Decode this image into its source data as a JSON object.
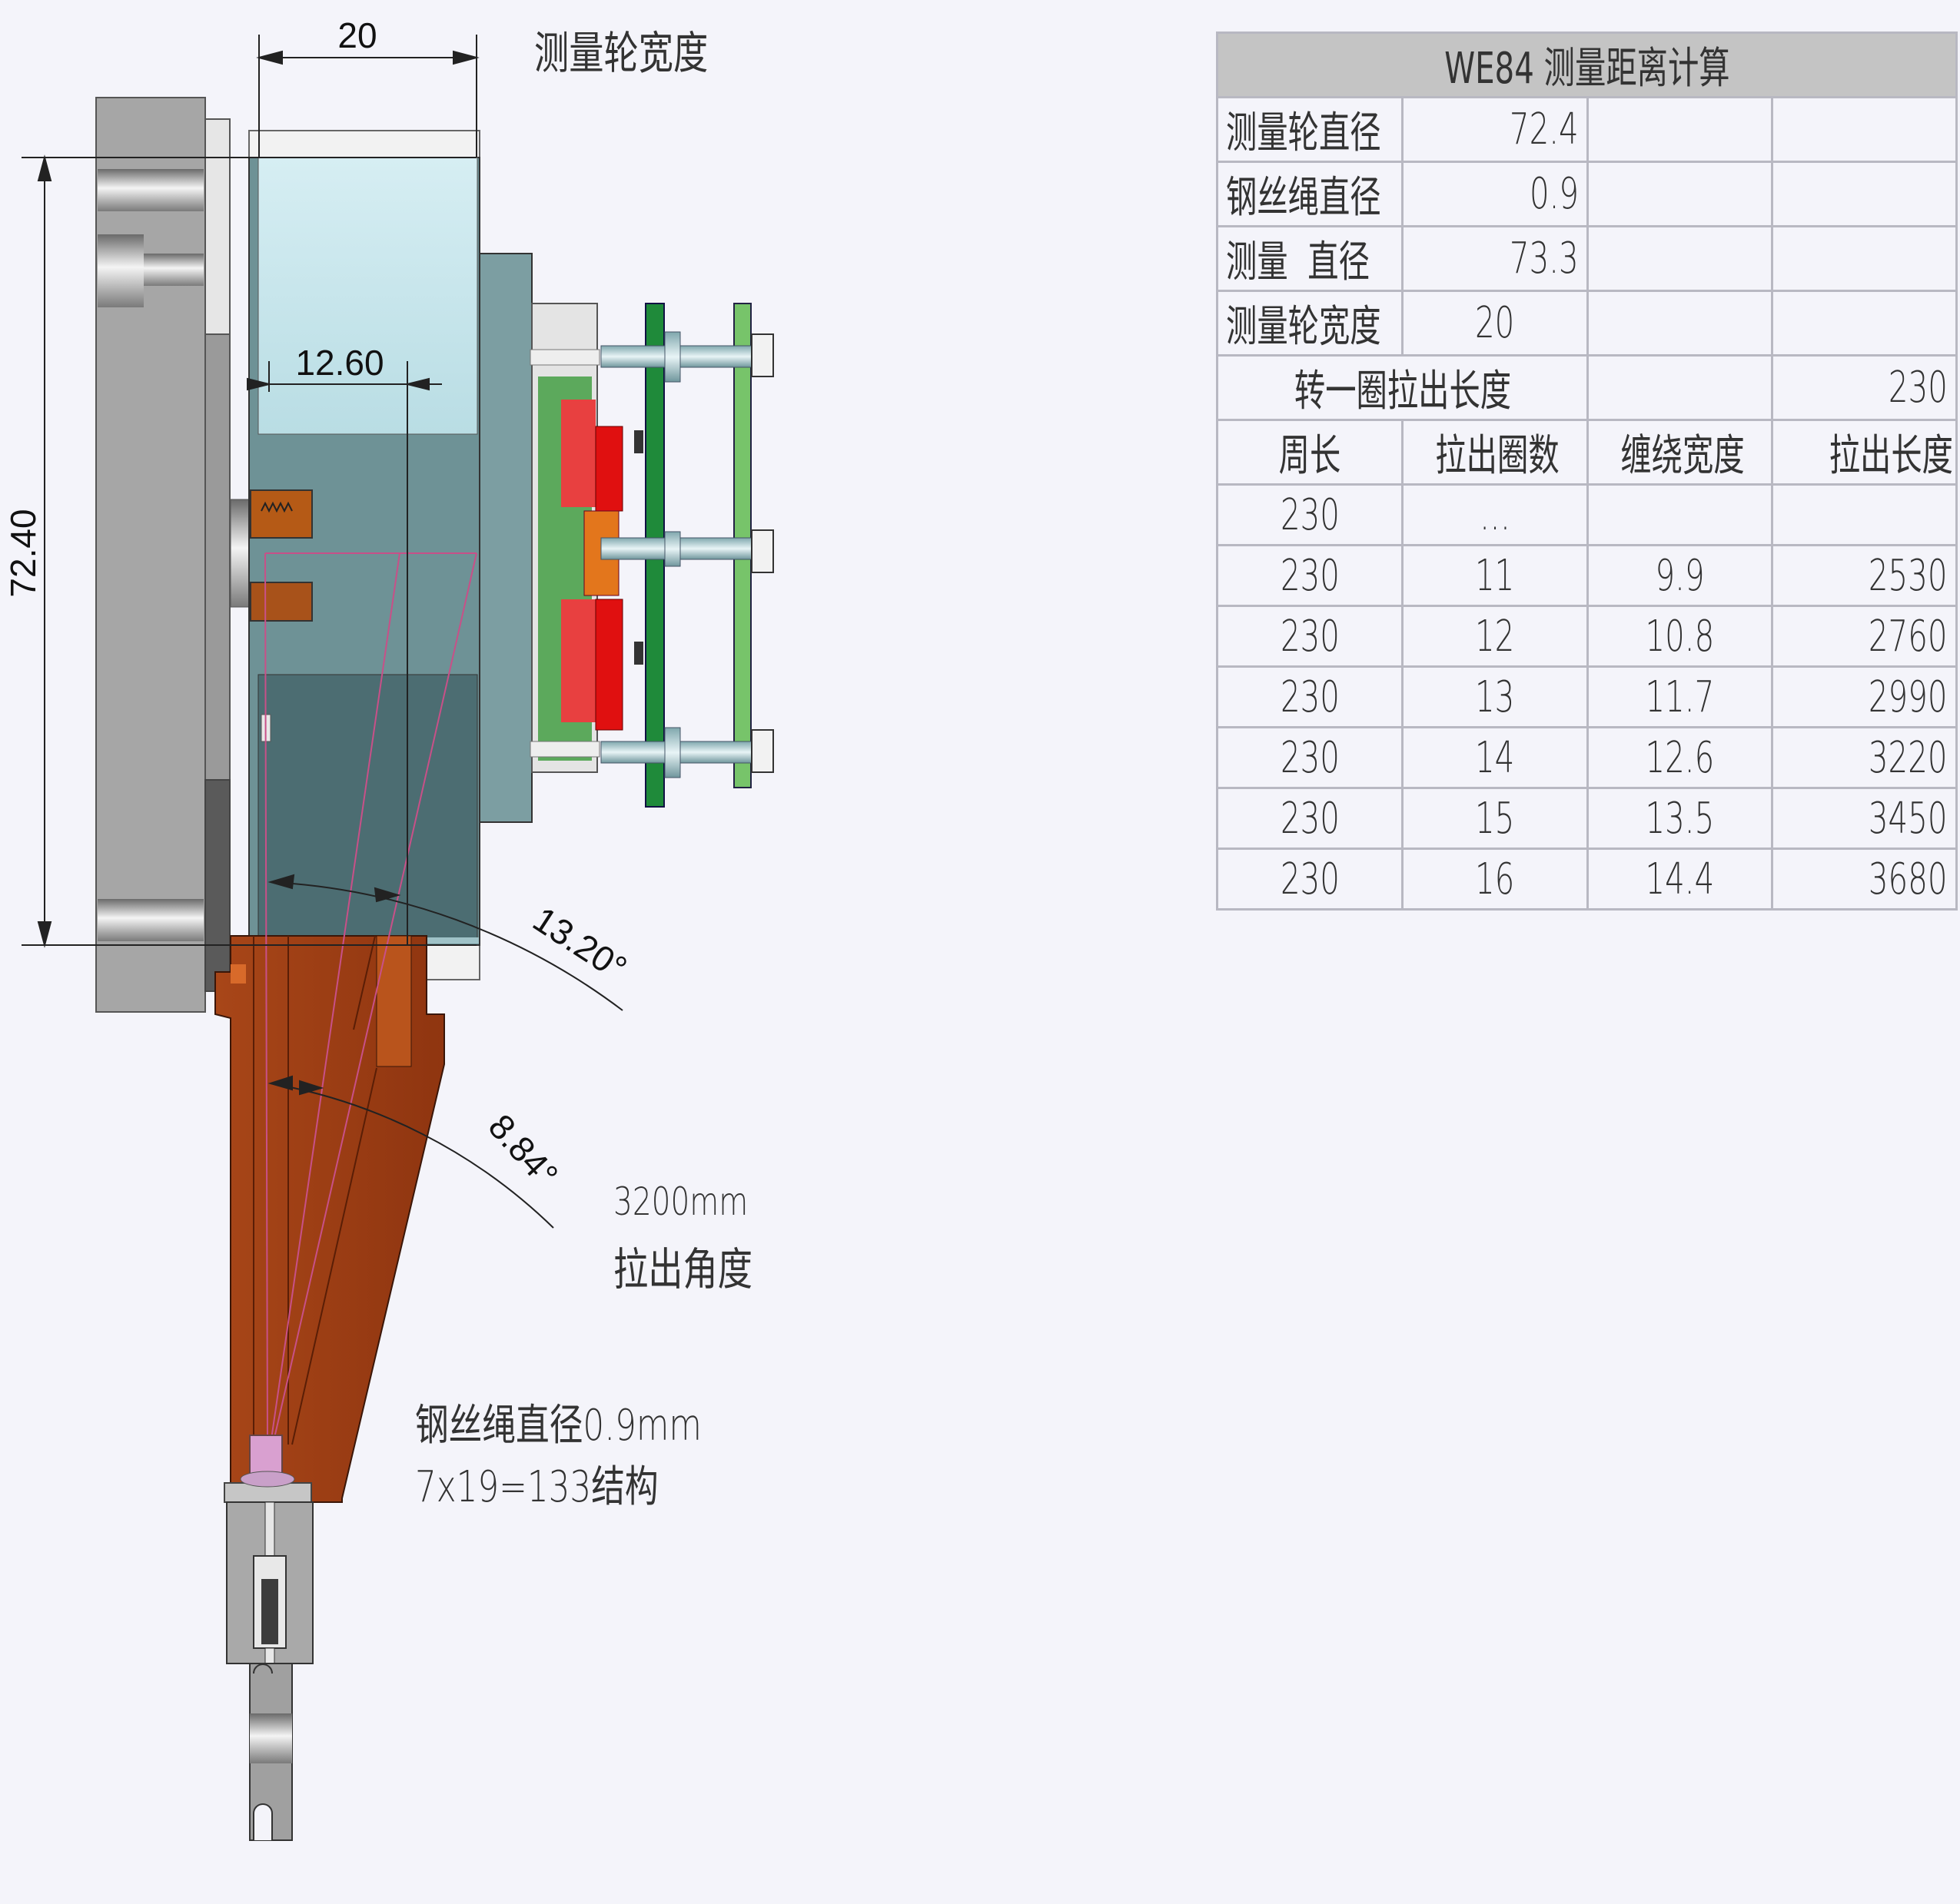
{
  "dimensions": {
    "wheel_width": "20",
    "wheel_diameter": "72.40",
    "winding_width": "12.60",
    "angle_upper": "13.20°",
    "angle_lower": "8.84°"
  },
  "annotations": {
    "wheel_width_label": "测量轮宽度",
    "pull_length": "3200mm",
    "pull_angle_label": "拉出角度",
    "rope_diameter": "钢丝绳直径0.9mm",
    "rope_structure": "7x19=133结构"
  },
  "table": {
    "title": "WE84 测量距离计算",
    "rows": [
      {
        "label": "测量轮直径",
        "value": "72.4"
      },
      {
        "label": "钢丝绳直径",
        "value": "0.9"
      },
      {
        "label": "测量  直径",
        "value": "73.3"
      },
      {
        "label": "测量轮宽度",
        "value": "20"
      }
    ],
    "per_turn_label": "转一圈拉出长度",
    "per_turn_value": "230",
    "headers": [
      "周长",
      "拉出圈数",
      "缠绕宽度",
      "拉出长度"
    ],
    "ellipsis_row": [
      "230",
      "…",
      "",
      ""
    ],
    "data_rows": [
      [
        "230",
        "11",
        "9.9",
        "2530"
      ],
      [
        "230",
        "12",
        "10.8",
        "2760"
      ],
      [
        "230",
        "13",
        "11.7",
        "2990"
      ],
      [
        "230",
        "14",
        "12.6",
        "3220"
      ],
      [
        "230",
        "15",
        "13.5",
        "3450"
      ],
      [
        "230",
        "16",
        "14.4",
        "3680"
      ]
    ]
  },
  "colors": {
    "background": "#f4f4fa",
    "housing_gray": "#a6a6a6",
    "wheel_light": "#cfeaf0",
    "wheel_dark": "#5e8489",
    "outlet_rust": "#9b3e17",
    "pcb_green": "#1f8a3a",
    "gear_red": "#e02020",
    "table_header": "#c4c4c4"
  }
}
